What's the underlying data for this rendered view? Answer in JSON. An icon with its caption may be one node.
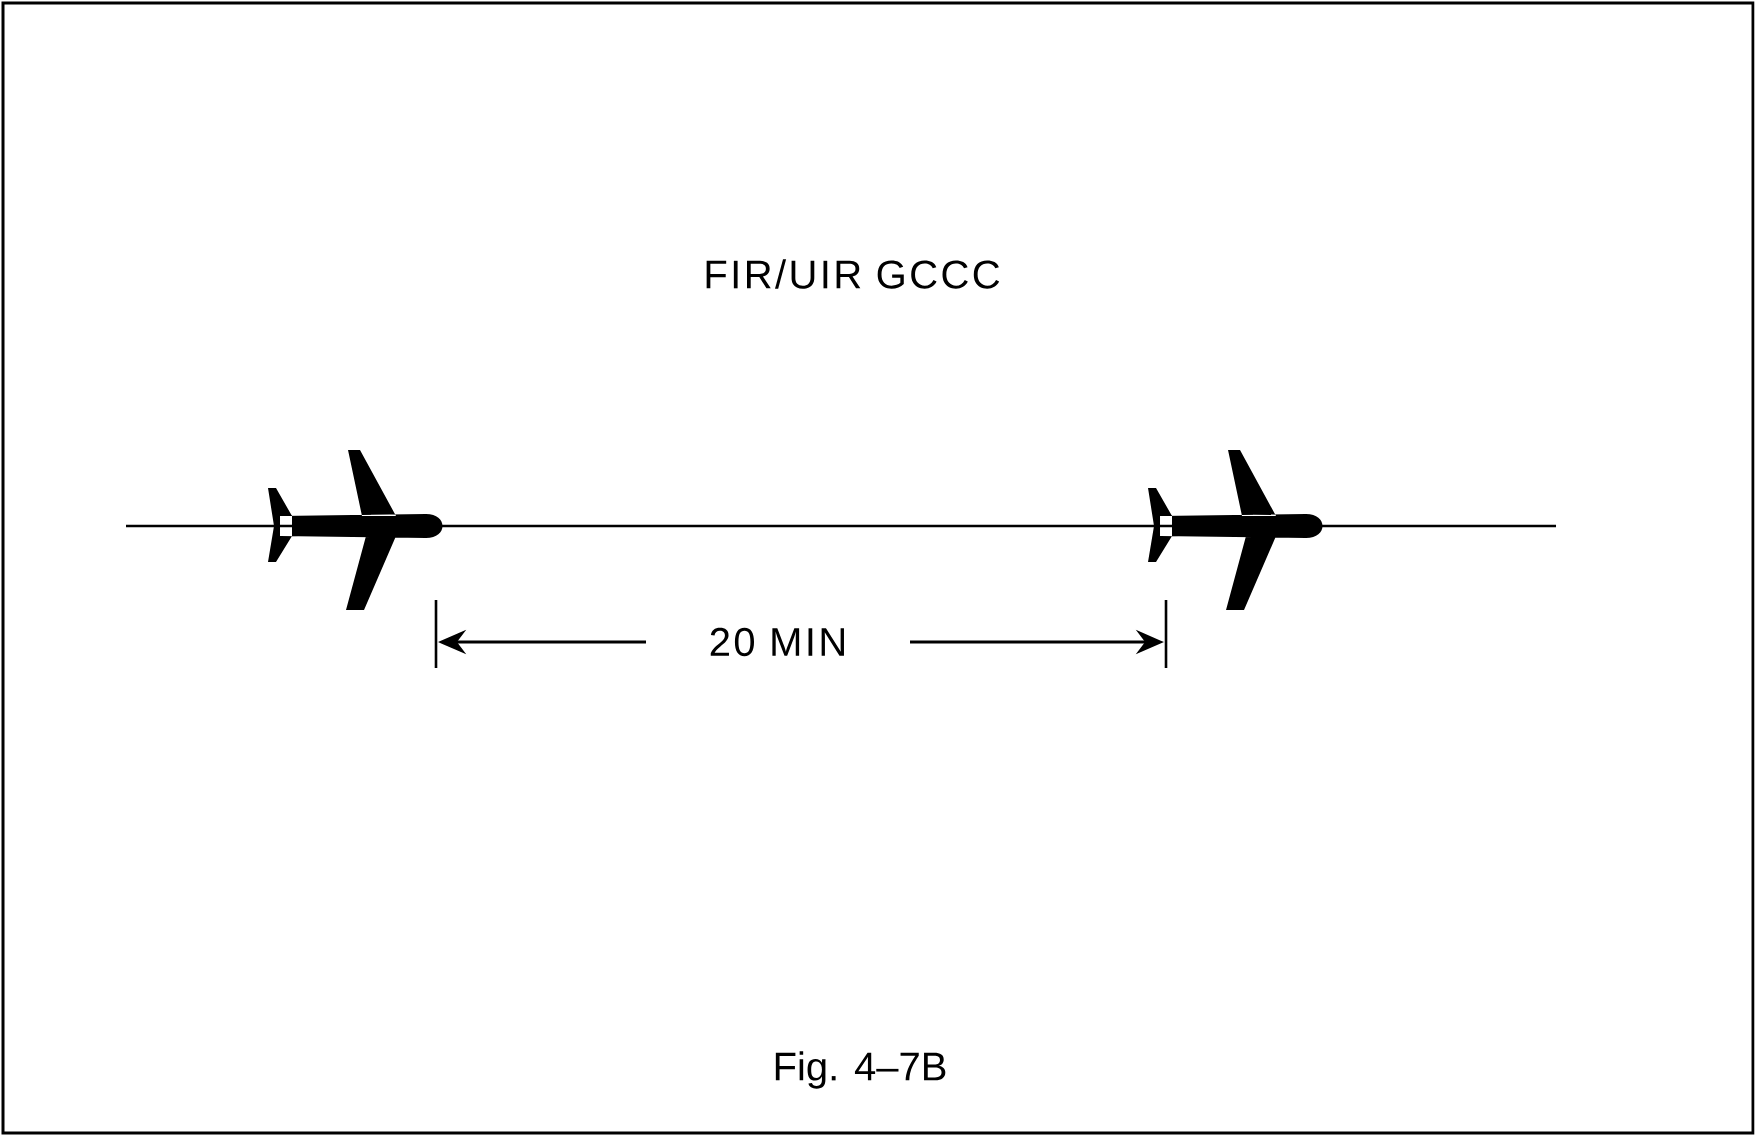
{
  "diagram": {
    "title": "FIR/UIR GCCC",
    "caption": "Fig. 4–7B",
    "labels": [
      "20 MIN"
    ]
  }
}
